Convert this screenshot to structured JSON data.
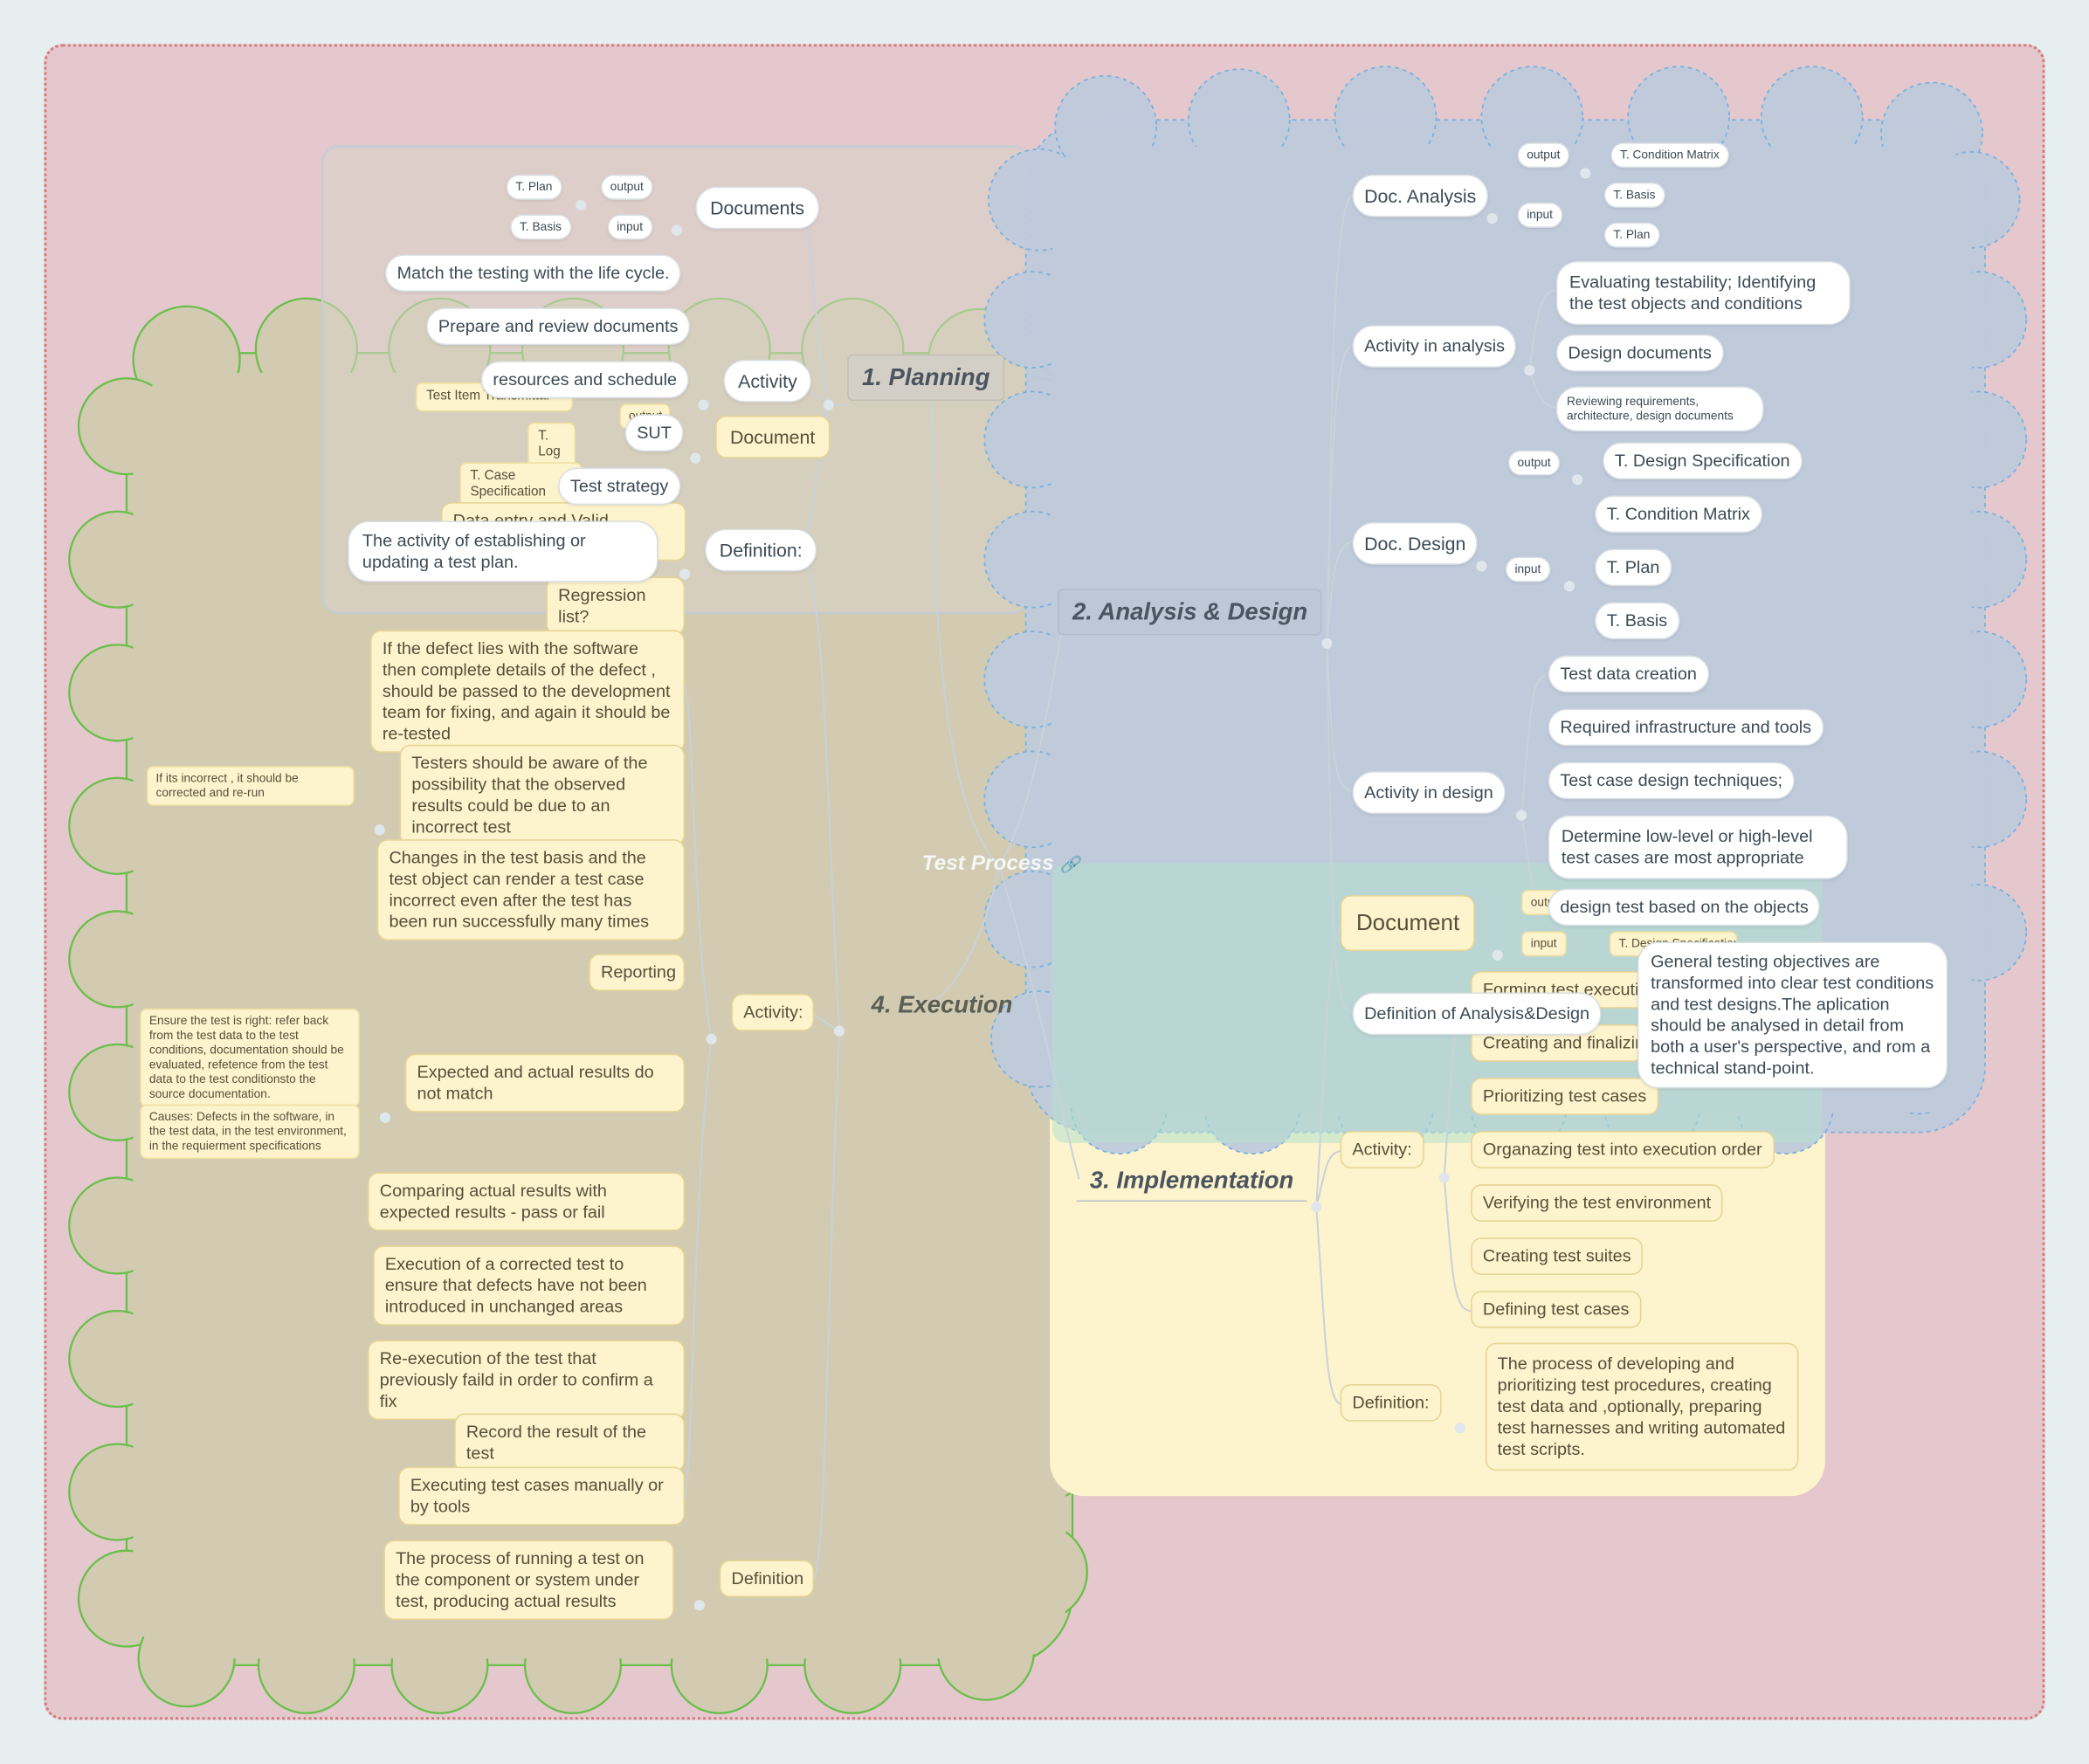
{
  "central": {
    "title": "Test Process"
  },
  "planning": {
    "title": "1. Planning",
    "documents": "Documents",
    "doc_output": "output",
    "doc_input": "input",
    "t_plan": "T. Plan",
    "t_basis": "T. Basis",
    "activity": "Activity",
    "activity_items": [
      "Match the testing with the life cycle.",
      "Prepare and review documents",
      "resources and schedule",
      "SUT",
      "Test strategy"
    ],
    "document": "Document",
    "definition": "Definition:",
    "definition_text": "The activity of establishing or updating a test plan."
  },
  "analysis": {
    "title": "2. Analysis & Design",
    "doc_analysis": "Doc. Analysis",
    "da_output": "output",
    "da_input": "input",
    "da_condition_matrix": "T. Condition Matrix",
    "da_basis": "T. Basis",
    "da_plan": "T. Plan",
    "activity_analysis": "Activity in analysis",
    "aa_items": [
      "Evaluating testability; Identifying the test objects and conditions",
      "Design documents",
      "Reviewing requirements, architecture, design documents"
    ],
    "doc_design": "Doc. Design",
    "dd_output": "output",
    "dd_input": "input",
    "dd_spec": "T. Design Specification",
    "dd_matrix": "T. Condition Matrix",
    "dd_plan": "T. Plan",
    "dd_basis": "T. Basis",
    "activity_design": "Activity in design",
    "ad_items": [
      "Test data creation",
      "Required  infrastructure and tools",
      "Test case design techniques;",
      "Determine low-level or high-level test cases are most appropriate",
      "design test based on the objects"
    ],
    "definition": "Definition of Analysis&Design",
    "definition_text": "General testing objectives are transformed into clear test conditions and test designs.The aplication should be analysed in detail from both a user's perspective, and rom a technical stand-point."
  },
  "implementation": {
    "title": "3. Implementation",
    "document": "Document",
    "doc_output": "output",
    "doc_input": "input",
    "doc_spec": "T. Design Specification",
    "activity": "Activity:",
    "activity_items": [
      "Forming test execution",
      "Creating and finalizing",
      "Prioritizing test cases",
      "Organazing test into execution order",
      "Verifying the test environment",
      "Creating test suites",
      "Defining test cases"
    ],
    "definition": "Definition:",
    "definition_text": "The process of developing and prioritizing test procedures, creating test data and ,optionally, preparing test harnesses and writing automated test scripts."
  },
  "execution": {
    "title": "4. Execution",
    "document_items": [
      "Test Item Transmittal",
      "T. Log",
      "T. Case Specification",
      "Data entry and Valid application",
      "Regression list?"
    ],
    "doc_output": "output",
    "activity": "Activity:",
    "activity_items": [
      "If the defect lies with the software then complete  details of the defect , should be passed to the development team for fixing, and again it should be re-tested",
      "Testers should be aware of the possibility that the observed results could be due to an incorrect test",
      "Changes in the test basis and the test object can render a test case incorrect even after the test has been run successfully many times",
      "Reporting",
      "Expected and actual results do not match",
      "Comparing actual results with expected results - pass or fail",
      "Execution of a corrected test to ensure that defects have not been introduced in unchanged areas",
      "Re-execution of the test that previously faild in order to confirm a fix",
      "Record the result of the test",
      "Executing test cases manually or by tools"
    ],
    "note_incorrect": "If its incorrect , it should be corrected and re-run",
    "note_ensure": "Ensure the test is right:  refer back from the test data to the test conditions, documentation should be evaluated, refetence from the test data to the test conditionsto the source documentation.",
    "note_causes": "Causes: Defects in the software, in the test data, in the test environment, in the requierment specifications",
    "definition": "Definition",
    "definition_text": "The process of running a test on the component or system under test, producing actual results"
  }
}
